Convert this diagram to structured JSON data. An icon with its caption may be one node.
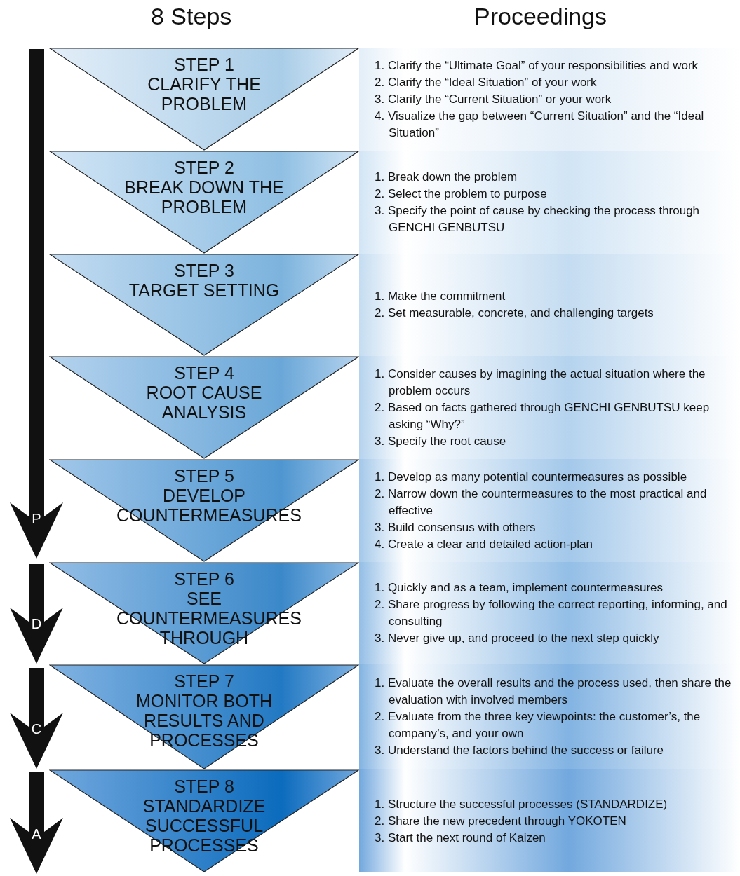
{
  "diagram": {
    "nodes": [
      {
        "text": [
          "STEP 1",
          "CLARIFY THE PROBLEM"
        ],
        "beside": [
          "1. Clarify the “Ultimate Goal” of your responsibilities and work",
          "2. Clarify the “Ideal Situation” of your work",
          "3. Clarify the “Current Situation” or your work",
          "4. Visualize the gap between “Current Situation” and the “Ideal Situation”"
        ]
      },
      {
        "text": [
          "STEP 2",
          "BREAK DOWN THE PROBLEM"
        ],
        "beside": [
          "1. Break down the problem",
          "2. Select the problem to purpose",
          "3. Specify the point of cause by checking the process through GENCHI GENBUTSU"
        ]
      },
      {
        "text": [
          "STEP 3",
          "TARGET SETTING"
        ],
        "beside": [
          "1. Make the commitment",
          "2. Set measurable, concrete, and challenging targets"
        ]
      },
      {
        "text": [
          "STEP 4",
          "ROOT CAUSE ANALYSIS"
        ],
        "beside": [
          "1. Consider causes by imagining the actual situation where the problem occurs",
          "2. Based on facts gathered through GENCHI GENBUTSU keep asking “Why?”",
          "3. Specify the root cause"
        ]
      },
      {
        "text": [
          "STEP 5",
          "DEVELOP COUNTERMEASURES"
        ],
        "beside": [
          "1. Develop as many potential countermeasures as possible",
          "2. Narrow down the countermeasures to the most practical and effective",
          "3. Build consensus with others",
          "4. Create a clear and detailed action-plan"
        ]
      },
      {
        "text": [
          "STEP 6",
          "SEE COUNTERMEASURES THROUGH"
        ],
        "beside": [
          "1. Quickly and as a team, implement countermeasures",
          "2. Share progress by following the correct reporting, informing, and consulting",
          "3. Never give up, and proceed to the next step quickly"
        ]
      },
      {
        "text": [
          "STEP 7",
          "MONITOR BOTH RESULTS AND PROCESSES"
        ],
        "beside": [
          "1. Evaluate the overall results and the process used, then share the evaluation with involved members",
          "2. Evaluate from the three key viewpoints: the customer’s, the company’s, and your own",
          "3. Understand the factors behind the success or failure"
        ]
      },
      {
        "text": [
          "STEP 8",
          "STANDARDIZE SUCCESSFUL PROCESSES"
        ],
        "beside": [
          "1. Structure the successful processes (STANDARDIZE)",
          "2. Share the new precedent through YOKOTEN",
          "3. Start the next round of Kaizen"
        ]
      },
      {
        "text": [
          "P"
        ]
      },
      {
        "text": [
          "D"
        ]
      },
      {
        "text": [
          "C"
        ]
      },
      {
        "text": [
          "A"
        ]
      }
    ],
    "labels": [
      "8 Steps",
      "Proceedings"
    ]
  }
}
